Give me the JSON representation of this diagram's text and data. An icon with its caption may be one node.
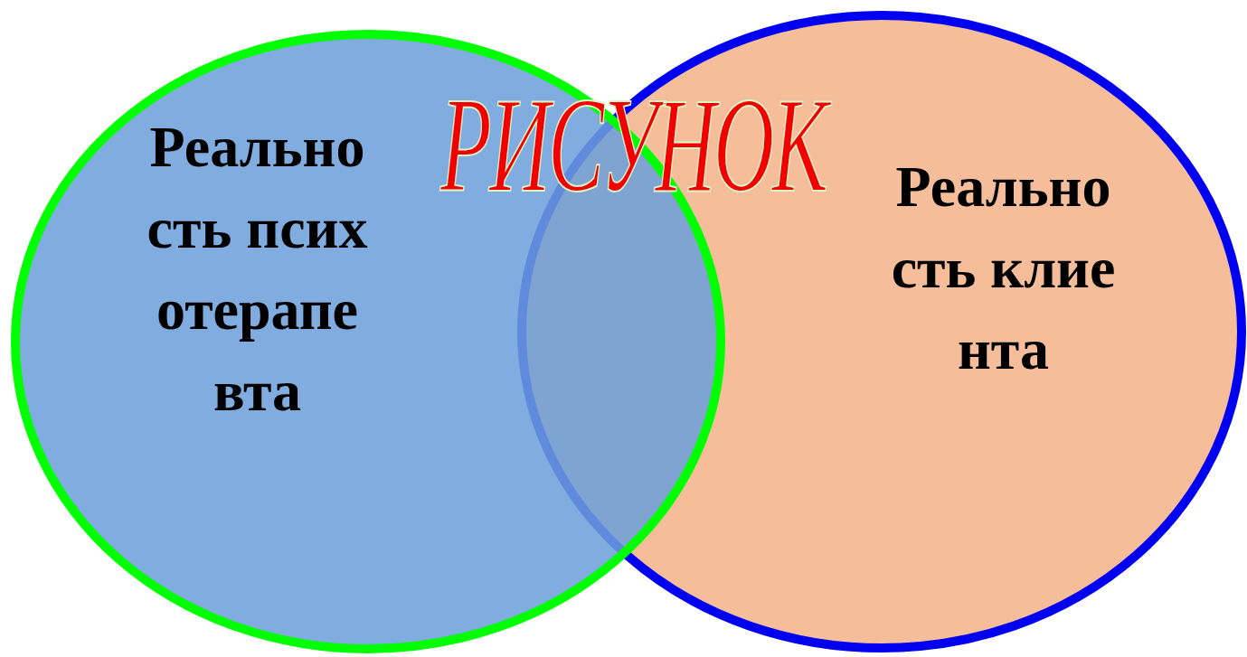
{
  "diagram": {
    "title": "РИСУНОК",
    "nodes": [
      {
        "text": [
          "Реальность психотерапевта"
        ]
      },
      {
        "text": [
          "Реальность клиента"
        ]
      }
    ]
  }
}
